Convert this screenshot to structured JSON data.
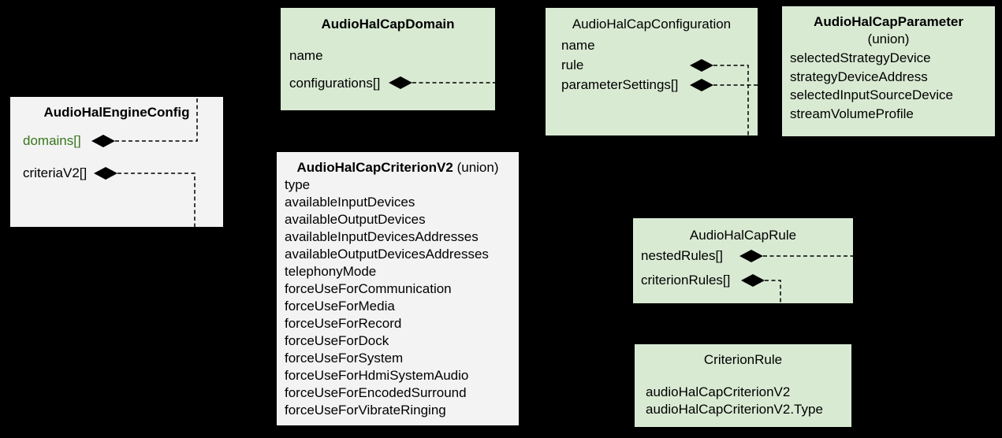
{
  "colors": {
    "background": "#000000",
    "box_green": "#d9ead3",
    "box_gray": "#f3f3f3",
    "line": "#000000",
    "green_field_text": "#38761d"
  },
  "boxes": {
    "engine": {
      "title": "AudioHalEngineConfig",
      "fields": {
        "domains": "domains[]",
        "criteriaV2": "criteriaV2[]"
      }
    },
    "domain": {
      "title": "AudioHalCapDomain",
      "fields": {
        "name": "name",
        "configurations": "configurations[]"
      }
    },
    "configuration": {
      "title": "AudioHalCapConfiguration",
      "fields": {
        "name": "name",
        "rule": "rule",
        "parameterSettings": "parameterSettings[]"
      }
    },
    "parameter": {
      "title": "AudioHalCapParameter",
      "subtitle": "(union)",
      "fields": [
        "selectedStrategyDevice",
        "strategyDeviceAddress",
        "selectedInputSourceDevice",
        "streamVolumeProfile"
      ]
    },
    "criterionV2": {
      "title": "AudioHalCapCriterionV2",
      "title_suffix": " (union)",
      "fields": [
        "type",
        "availableInputDevices",
        "availableOutputDevices",
        "availableInputDevicesAddresses",
        "availableOutputDevicesAddresses",
        "telephonyMode",
        "forceUseForCommunication",
        "forceUseForMedia",
        "forceUseForRecord",
        "forceUseForDock",
        "forceUseForSystem",
        "forceUseForHdmiSystemAudio",
        "forceUseForEncodedSurround",
        "forceUseForVibrateRinging"
      ]
    },
    "rule": {
      "title": "AudioHalCapRule",
      "fields": {
        "nestedRules": "nestedRules[]",
        "criterionRules": "criterionRules[]"
      }
    },
    "criterionRule": {
      "title": "CriterionRule",
      "fields": [
        "audioHalCapCriterionV2",
        "audioHalCapCriterionV2.Type"
      ]
    }
  },
  "connectors": [
    {
      "from": "AudioHalEngineConfig.domains[]",
      "to": "AudioHalCapDomain",
      "type": "composition"
    },
    {
      "from": "AudioHalEngineConfig.criteriaV2[]",
      "to": "AudioHalCapCriterionV2",
      "type": "composition"
    },
    {
      "from": "AudioHalCapDomain.configurations[]",
      "to": "AudioHalCapConfiguration",
      "type": "composition"
    },
    {
      "from": "AudioHalCapConfiguration.rule",
      "to": "AudioHalCapRule",
      "type": "composition"
    },
    {
      "from": "AudioHalCapConfiguration.parameterSettings[]",
      "to": "AudioHalCapParameter",
      "type": "composition"
    },
    {
      "from": "AudioHalCapRule.nestedRules[]",
      "to": "AudioHalCapRule",
      "type": "composition"
    },
    {
      "from": "AudioHalCapRule.criterionRules[]",
      "to": "CriterionRule",
      "type": "composition"
    }
  ]
}
